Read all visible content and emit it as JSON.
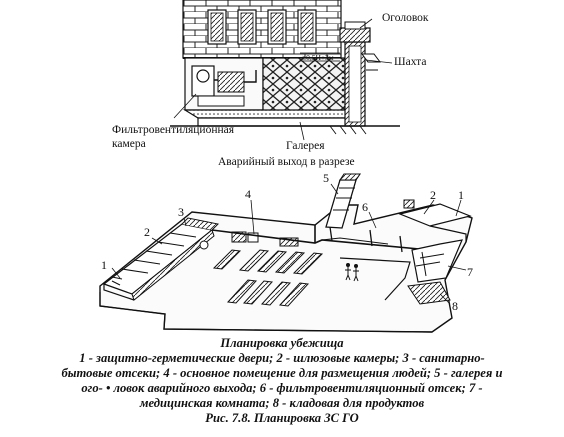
{
  "section": {
    "label_ogolovok": "Оголовок",
    "label_shakhta": "Шахта",
    "label_filtr_line1": "Фильтровентиляционная",
    "label_filtr_line2": "камера",
    "label_galereya": "Галерея",
    "label_title": "Аварийный выход в разрезе",
    "dim_mark": "≥0,5Н+3м"
  },
  "plan": {
    "numbers": [
      "1",
      "2",
      "3",
      "4",
      "5",
      "6",
      "2",
      "1",
      "7",
      "8"
    ]
  },
  "caption": {
    "title": "Планировка убежища",
    "line1": "1 - защитно-герметические двери; 2 - шлюзовые камеры; 3 - санитарно-",
    "line2": "бытовые отсеки; 4 - основное помещение для размещения людей; 5 - галерея и",
    "line3": "ого- • ловок аварийного выхода; 6 - фильтровентиляционный отсек; 7 -",
    "line4": "медицинская комната; 8 - кладовая для продуктов",
    "figure": "Рис. 7.8. Планировка ЗС ГО"
  }
}
